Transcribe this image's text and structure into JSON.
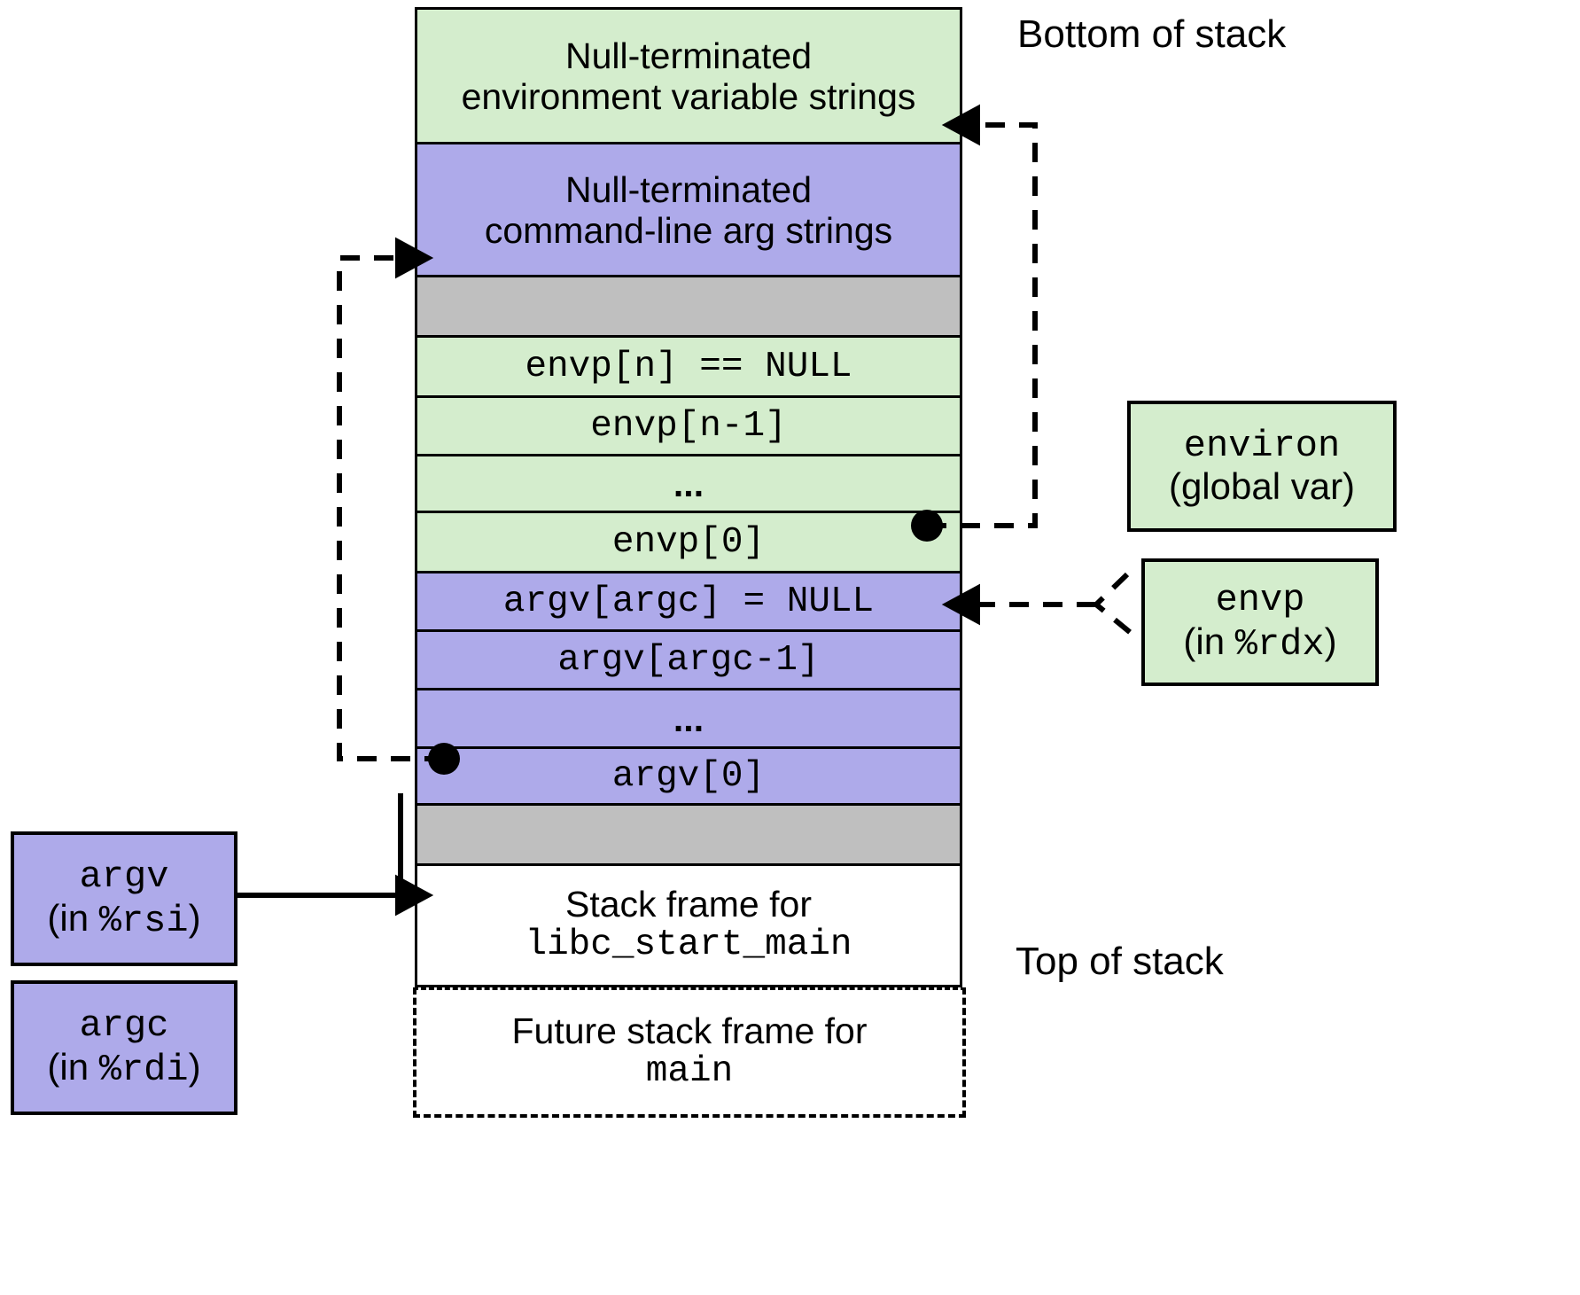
{
  "diagram": {
    "title_hidden": "Linux x86-64 stack organization at program startup",
    "labels": {
      "bottom_of_stack": "Bottom of stack",
      "top_of_stack": "Top of stack"
    },
    "colors": {
      "env_green": "#d4edcd",
      "arg_purple": "#aeaaea",
      "gap_grey": "#bfbfbf",
      "frame_white": "#ffffff",
      "outline": "#000000"
    },
    "stack_cells": [
      {
        "id": "env-strings",
        "fill": "green",
        "font": "sans",
        "lines": [
          "Null-terminated",
          "environment variable strings"
        ]
      },
      {
        "id": "arg-strings",
        "fill": "purple",
        "font": "sans",
        "lines": [
          "Null-terminated",
          "command-line arg strings"
        ]
      },
      {
        "id": "gap-upper",
        "fill": "grey",
        "font": "sans",
        "lines": []
      },
      {
        "id": "envp-null",
        "fill": "green",
        "font": "mono",
        "lines": [
          "envp[n] == NULL"
        ]
      },
      {
        "id": "envp-n-1",
        "fill": "green",
        "font": "mono",
        "lines": [
          "envp[n-1]"
        ]
      },
      {
        "id": "envp-ellipsis",
        "fill": "green",
        "font": "sans",
        "lines": [
          "..."
        ]
      },
      {
        "id": "envp-0",
        "fill": "green",
        "font": "mono",
        "lines": [
          "envp[0]"
        ]
      },
      {
        "id": "argv-null",
        "fill": "purple",
        "font": "mono",
        "lines": [
          "argv[argc] = NULL"
        ]
      },
      {
        "id": "argv-argc-1",
        "fill": "purple",
        "font": "mono",
        "lines": [
          "argv[argc-1]"
        ]
      },
      {
        "id": "argv-ellipsis",
        "fill": "purple",
        "font": "sans",
        "lines": [
          "..."
        ]
      },
      {
        "id": "argv-0",
        "fill": "purple",
        "font": "mono",
        "lines": [
          "argv[0]"
        ]
      },
      {
        "id": "gap-lower",
        "fill": "grey",
        "font": "sans",
        "lines": []
      },
      {
        "id": "frame-libc",
        "fill": "white",
        "font": "mixed",
        "lines": [
          "Stack frame for",
          "libc_start_main"
        ]
      },
      {
        "id": "frame-main",
        "fill": "dashed",
        "font": "mixed",
        "lines": [
          "Future stack frame for",
          "main"
        ]
      }
    ],
    "cell_text": {
      "env_strings_l1": "Null-terminated",
      "env_strings_l2": "environment variable strings",
      "arg_strings_l1": "Null-terminated",
      "arg_strings_l2": "command-line arg strings",
      "envp_null": "envp[n] == NULL",
      "envp_n_1": "envp[n-1]",
      "envp_ellipsis": "...",
      "envp_0": "envp[0]",
      "argv_null": "argv[argc] = NULL",
      "argv_argc_1": "argv[argc-1]",
      "argv_ellipsis": "...",
      "argv_0": "argv[0]",
      "frame_libc_l1": "Stack frame for",
      "frame_libc_l2": "libc_start_main",
      "frame_main_l1": "Future stack frame for",
      "frame_main_l2": "main"
    },
    "side_boxes": [
      {
        "id": "environ-box",
        "fill": "green",
        "line1": "environ",
        "line2_prefix": "(global var)",
        "line2_code": "",
        "line2_suffix": ""
      },
      {
        "id": "envp-box",
        "fill": "green",
        "line1": "envp",
        "line2_prefix": "(in ",
        "line2_code": "%rdx",
        "line2_suffix": ")"
      },
      {
        "id": "argv-box",
        "fill": "purple",
        "line1": "argv",
        "line2_prefix": "(in ",
        "line2_code": "%rsi",
        "line2_suffix": ")"
      },
      {
        "id": "argc-box",
        "fill": "purple",
        "line1": "argc",
        "line2_prefix": "(in ",
        "line2_code": "%rdi",
        "line2_suffix": ")"
      }
    ],
    "side_box_text": {
      "environ_l1": "environ",
      "environ_l2": "(global var)",
      "envp_l1": "envp",
      "envp_l2_a": "(in ",
      "envp_l2_code": "%rdx",
      "envp_l2_b": ")",
      "argv_l1": "argv",
      "argv_l2_a": "(in ",
      "argv_l2_code": "%rsi",
      "argv_l2_b": ")",
      "argc_l1": "argc",
      "argc_l2_a": "(in ",
      "argc_l2_code": "%rdi",
      "argc_l2_b": ")"
    },
    "pointers": [
      {
        "id": "envp0-dot",
        "from": "envp[0] cell",
        "to": "environment variable strings block"
      },
      {
        "id": "argv0-dot",
        "from": "argv[0] cell",
        "to": "command-line arg strings block"
      },
      {
        "id": "environ-wire",
        "from": "environ (global var)",
        "to": "envp[0] cell"
      },
      {
        "id": "envp-wire",
        "from": "envp (in %rdx)",
        "to": "envp[0] cell"
      },
      {
        "id": "argv-wire",
        "from": "argv (in %rsi)",
        "to": "argv[0] cell"
      }
    ]
  }
}
